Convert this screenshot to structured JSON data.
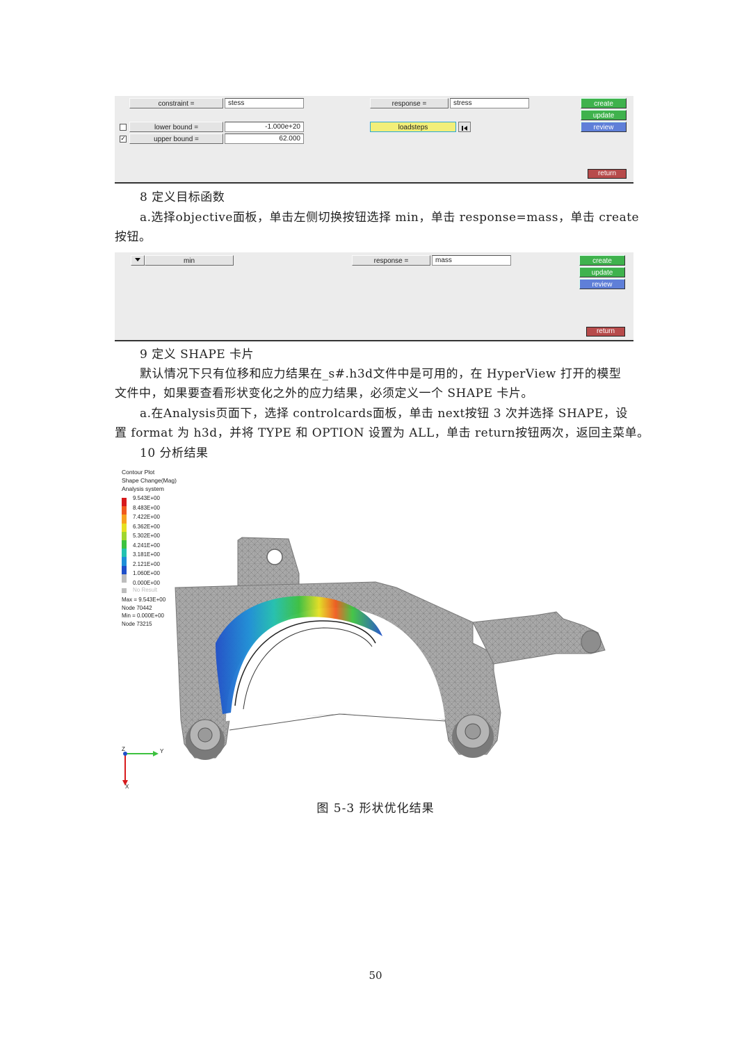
{
  "panel1": {
    "constraint_label": "constraint =",
    "constraint_value": "stess",
    "response_label": "response =",
    "response_value": "stress",
    "lower_bound_label": "lower bound =",
    "lower_bound_value": "-1.000e+20",
    "lower_bound_checked": "",
    "upper_bound_label": "upper bound =",
    "upper_bound_value": "62.000",
    "upper_bound_checked": "✓",
    "loadsteps_label": "loadsteps",
    "create_label": "create",
    "update_label": "update",
    "review_label": "review",
    "return_label": "return"
  },
  "para": {
    "p8_heading": "8  定义目标函数",
    "p8a_line1": "a.选择objective面板，单击左侧切换按钮选择 min，单击 response=mass，单击 create",
    "p8a_line2": "按钮。",
    "p9_heading": "9  定义 SHAPE  卡片",
    "p9_line1": "默认情况下只有位移和应力结果在_s#.h3d文件中是可用的，在 HyperView 打开的模型",
    "p9_line2": "文件中，如果要查看形状变化之外的应力结果，必须定义一个 SHAPE  卡片。",
    "p9a_line1": "a.在Analysis页面下，选择 controlcards面板，单击 next按钮 3 次并选择 SHAPE，设",
    "p9a_line2": "置 format 为 h3d，并将 TYPE 和 OPTION  设置为 ALL，单击 return按钮两次，返回主菜单。",
    "p10_heading": "10  分析结果"
  },
  "panel2": {
    "min_label": "min",
    "response_label": "response =",
    "response_value": "mass",
    "create_label": "create",
    "update_label": "update",
    "review_label": "review",
    "return_label": "return"
  },
  "contour": {
    "title1": "Contour Plot",
    "title2": "Shape Change(Mag)",
    "title3": "Analysis system",
    "legend": [
      {
        "value": "9.543E+00",
        "color": "#d7191c"
      },
      {
        "value": "8.483E+00",
        "color": "#f05a1e"
      },
      {
        "value": "7.422E+00",
        "color": "#f7a21f"
      },
      {
        "value": "6.362E+00",
        "color": "#e6e021"
      },
      {
        "value": "5.302E+00",
        "color": "#9fd62e"
      },
      {
        "value": "4.241E+00",
        "color": "#3cc23f"
      },
      {
        "value": "3.181E+00",
        "color": "#22c2b0"
      },
      {
        "value": "2.121E+00",
        "color": "#1d8fd8"
      },
      {
        "value": "1.060E+00",
        "color": "#1f4fc9"
      },
      {
        "value": "0.000E+00",
        "color": "#bdbdbd"
      }
    ],
    "no_result": "No Result",
    "max_line": "Max = 9.543E+00",
    "max_node": "Node 70442",
    "min_line": "Min = 0.000E+00",
    "min_node": "Node 73215",
    "axis_z": "Z",
    "axis_y": "Y",
    "axis_x": "X"
  },
  "caption": "图 5-3  形状优化结果",
  "page_number": "50"
}
